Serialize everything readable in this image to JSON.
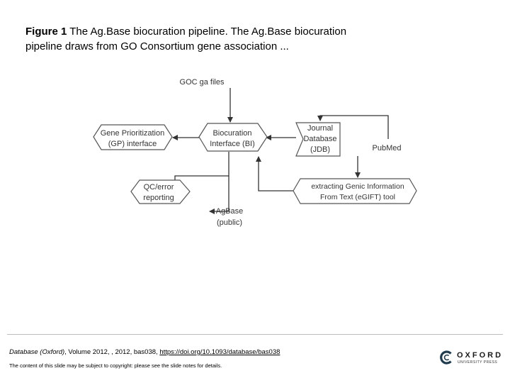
{
  "caption": {
    "label": "Figure 1",
    "text": " The Ag.Base biocuration pipeline. The Ag.Base biocuration pipeline draws from GO Consortium gene association ..."
  },
  "diagram": {
    "nodes": {
      "goc": "GOC ga files",
      "gp": [
        "Gene Prioritization",
        "(GP) interface"
      ],
      "bi": [
        "Biocuration",
        "Interface (BI)"
      ],
      "jdb": [
        "Journal",
        "Database",
        "(JDB)"
      ],
      "pubmed": "PubMed",
      "qc": [
        "QC/error",
        "reporting"
      ],
      "egift": [
        "extracting Genic Information",
        "From Text (eGIFT) tool"
      ],
      "agbase": [
        "AgBase",
        "(public)"
      ]
    }
  },
  "footer": {
    "citation_journal": "Database (Oxford)",
    "citation_text": ", Volume 2012, , 2012, bas038, ",
    "citation_link": "https://doi.org/10.1093/database/bas038",
    "notice": "The content of this slide may be subject to copyright: please see the slide notes for details.",
    "logo_word": "OXFORD",
    "logo_sub": "UNIVERSITY PRESS"
  },
  "colors": {
    "line": "#333333",
    "box_stroke": "#555555",
    "rule": "#bdbdbd"
  }
}
